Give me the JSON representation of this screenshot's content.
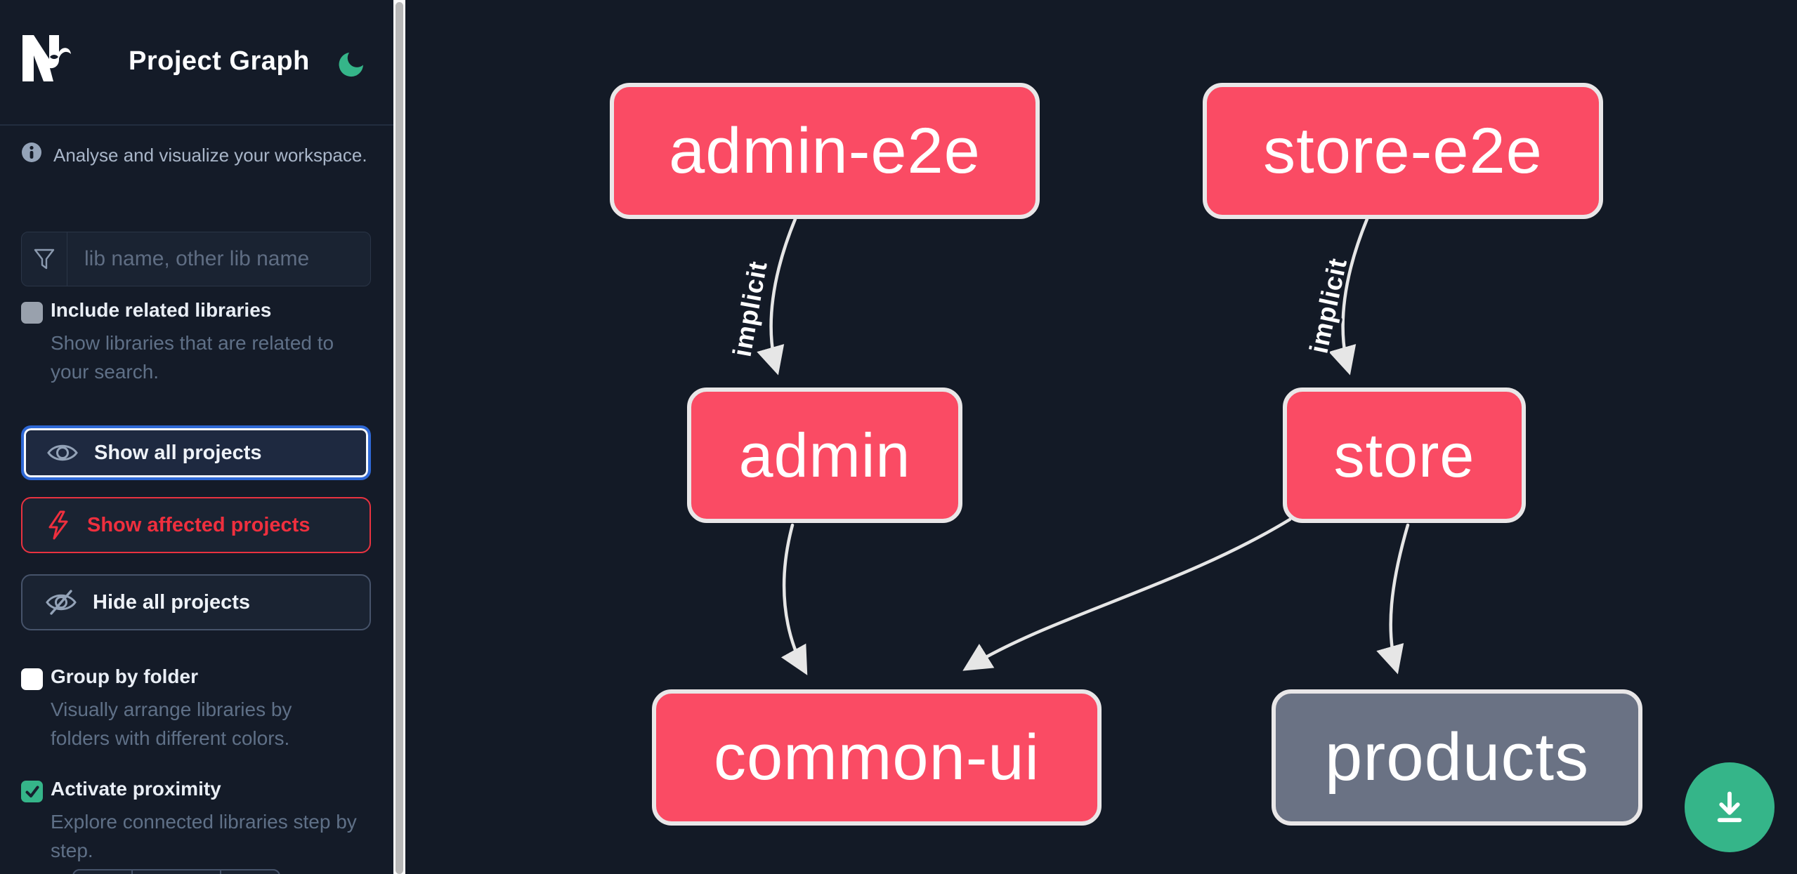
{
  "app": {
    "title": "Project Graph",
    "logo_icon": "nx-logo",
    "theme_toggle_icon": "moon-icon",
    "accent_green": "#35b589",
    "accent_blue": "#2e68d6",
    "accent_red": "#ef2f3e"
  },
  "sidebar": {
    "info": "Analyse and visualize your workspace.",
    "search": {
      "placeholder": "lib name, other lib name",
      "icon": "filter-funnel-icon",
      "value": ""
    },
    "toggles": [
      {
        "label": "Include related libraries",
        "description": "Show libraries that are related to your search.",
        "checked": false
      },
      {
        "label": "Group by folder",
        "description": "Visually arrange libraries by folders with different colors.",
        "checked": false
      },
      {
        "label": "Activate proximity",
        "description": "Explore connected libraries step by step.",
        "checked": true
      }
    ],
    "buttons": [
      {
        "label": "Show all projects",
        "icon": "eye-icon",
        "state": "focused"
      },
      {
        "label": "Show affected projects",
        "icon": "lightning-bolt-icon",
        "variant": "danger"
      },
      {
        "label": "Hide all projects",
        "icon": "eye-off-icon"
      }
    ]
  },
  "graph": {
    "nodes": [
      {
        "id": "admin-e2e",
        "label": "admin-e2e",
        "color": "#fa4b64"
      },
      {
        "id": "store-e2e",
        "label": "store-e2e",
        "color": "#fa4b64"
      },
      {
        "id": "admin",
        "label": "admin",
        "color": "#fa4b64"
      },
      {
        "id": "store",
        "label": "store",
        "color": "#fa4b64"
      },
      {
        "id": "common-ui",
        "label": "common-ui",
        "color": "#fa4b64"
      },
      {
        "id": "products",
        "label": "products",
        "color": "#6a7284"
      }
    ],
    "edges": [
      {
        "from": "admin-e2e",
        "to": "admin",
        "label": "implicit"
      },
      {
        "from": "store-e2e",
        "to": "store",
        "label": "implicit"
      },
      {
        "from": "admin",
        "to": "common-ui",
        "label": ""
      },
      {
        "from": "store",
        "to": "common-ui",
        "label": ""
      },
      {
        "from": "store",
        "to": "products",
        "label": ""
      }
    ],
    "edge_color": "#e6e6e6"
  },
  "fab": {
    "icon": "download-icon"
  }
}
